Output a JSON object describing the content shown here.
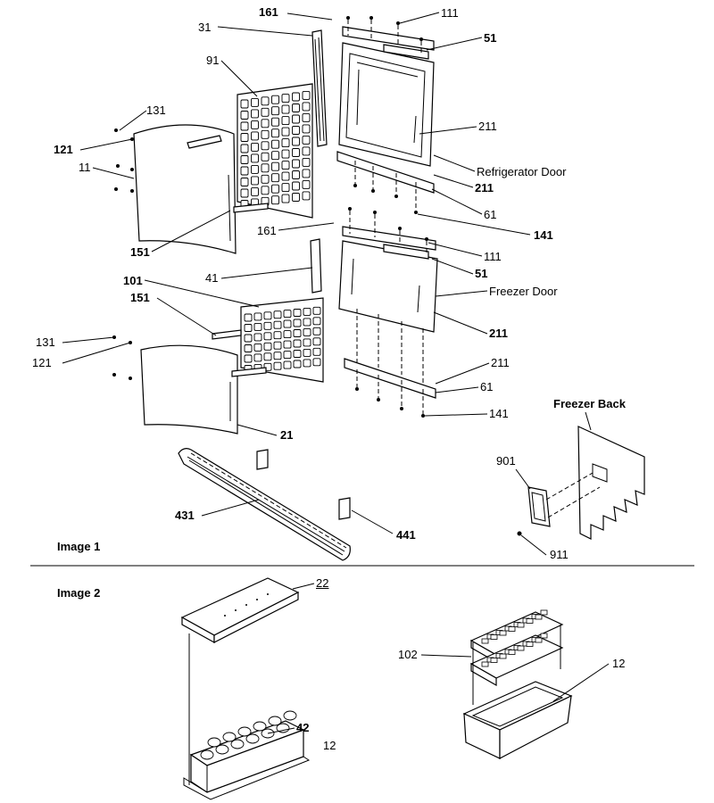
{
  "image1": {
    "title": "Image 1",
    "labels": {
      "l161a": "161",
      "l31": "31",
      "l111a": "111",
      "l51a": "51",
      "l91": "91",
      "l131a": "131",
      "l211a": "211",
      "l121a": "121",
      "l11": "11",
      "l_refdoor": "Refrigerator Door",
      "l211b": "211",
      "l61a": "61",
      "l151a": "151",
      "l161b": "161",
      "l141a": "141",
      "l111b": "111",
      "l51b": "51",
      "l41": "41",
      "l_frzdoor": "Freezer Door",
      "l101": "101",
      "l151b": "151",
      "l211c": "211",
      "l131b": "131",
      "l121b": "121",
      "l211d": "211",
      "l61b": "61",
      "l141b": "141",
      "l21": "21",
      "l_frzback": "Freezer Back",
      "l901": "901",
      "l431": "431",
      "l441": "441",
      "l911": "911"
    }
  },
  "image2": {
    "title": "Image 2",
    "labels": {
      "l22": "22",
      "l102": "102",
      "l12a": "12",
      "l42": "42",
      "l12b": "12"
    }
  }
}
